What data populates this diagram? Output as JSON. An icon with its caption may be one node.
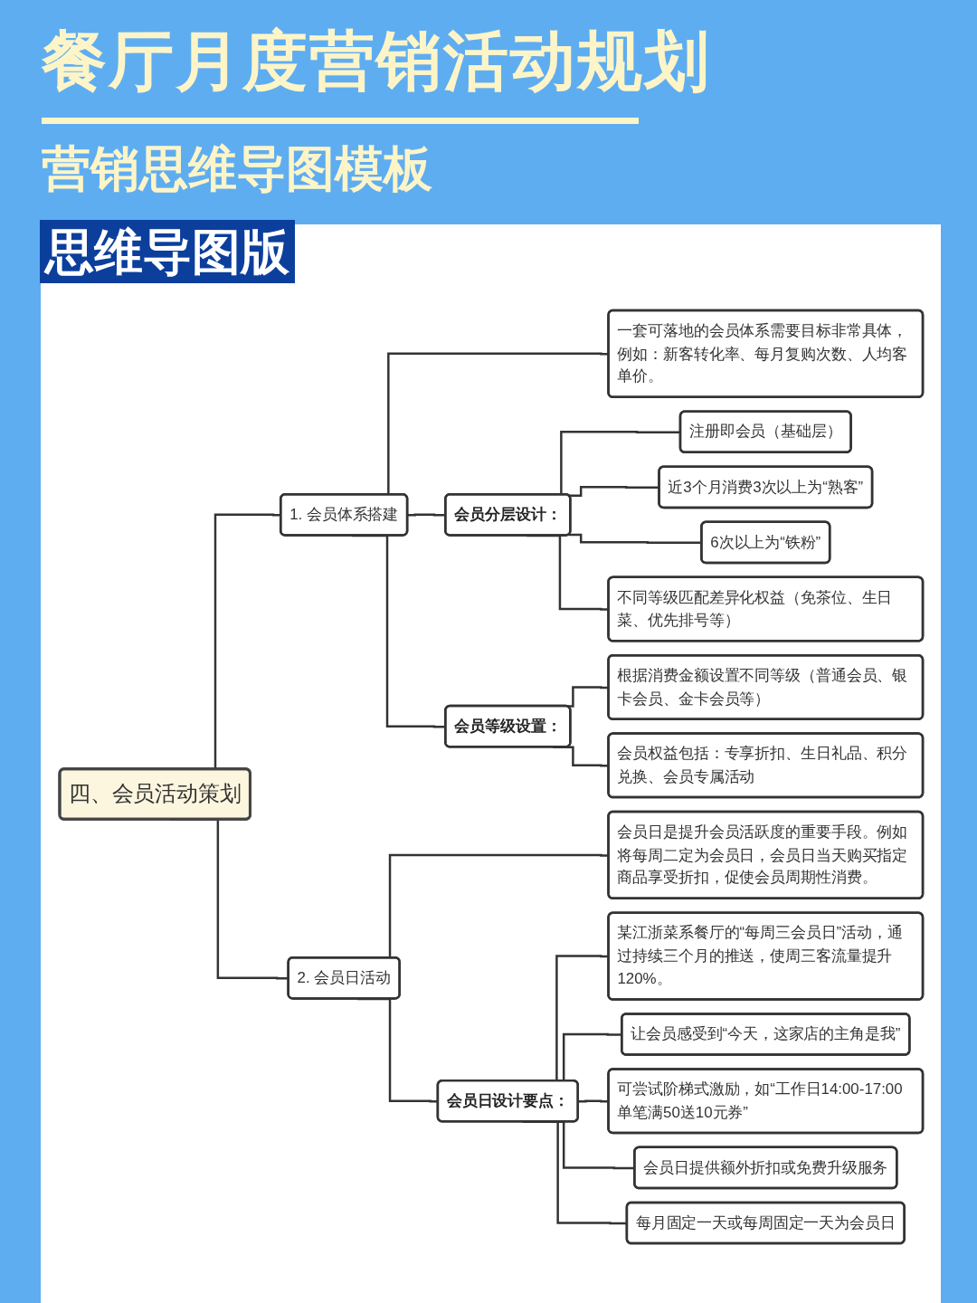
{
  "diagram": {
    "title": "餐厅月度营销活动规划",
    "nodes": [
      {
        "text": [
          "四、会员活动策划"
        ]
      },
      {
        "text": [
          "1. 会员体系搭建"
        ]
      },
      {
        "text": [
          "一套可落地的会员体系需要目标非常具体，例如：新客转化率、每月复购次数、人均客单价。"
        ]
      },
      {
        "text": [
          "会员分层设计："
        ]
      },
      {
        "text": [
          "注册即会员（基础层）"
        ]
      },
      {
        "text": [
          "近3个月消费3次以上为“熟客”"
        ]
      },
      {
        "text": [
          "6次以上为“铁粉”"
        ]
      },
      {
        "text": [
          "不同等级匹配差异化权益（免茶位、生日菜、优先排号等）"
        ]
      },
      {
        "text": [
          "会员等级设置："
        ]
      },
      {
        "text": [
          "根据消费金额设置不同等级（普通会员、银卡会员、金卡会员等）"
        ]
      },
      {
        "text": [
          "会员权益包括：专享折扣、生日礼品、积分兑换、会员专属活动"
        ]
      },
      {
        "text": [
          "2. 会员日活动"
        ]
      },
      {
        "text": [
          "会员日是提升会员活跃度的重要手段。例如将每周二定为会员日，会员日当天购买指定商品享受折扣，促使会员周期性消费。"
        ]
      },
      {
        "text": [
          "会员日设计要点："
        ]
      },
      {
        "text": [
          "某江浙菜系餐厅的“每周三会员日”活动，通过持续三个月的推送，使周三客流量提升120%。"
        ]
      },
      {
        "text": [
          "让会员感受到“今天，这家店的主角是我”"
        ]
      },
      {
        "text": [
          "可尝试阶梯式激励，如“工作日14:00-17:00单笔满50送10元券”"
        ]
      },
      {
        "text": [
          "会员日提供额外折扣或免费升级服务"
        ]
      },
      {
        "text": [
          "每月固定一天或每周固定一天为会员日"
        ]
      }
    ],
    "edges": [
      {
        "from": 0,
        "to": 1,
        "arrow": "none"
      },
      {
        "from": 1,
        "to": 2,
        "arrow": "none"
      },
      {
        "from": 1,
        "to": 3,
        "arrow": "none"
      },
      {
        "from": 3,
        "to": 4,
        "arrow": "none"
      },
      {
        "from": 3,
        "to": 5,
        "arrow": "none"
      },
      {
        "from": 3,
        "to": 6,
        "arrow": "none"
      },
      {
        "from": 3,
        "to": 7,
        "arrow": "none"
      },
      {
        "from": 1,
        "to": 8,
        "arrow": "none"
      },
      {
        "from": 8,
        "to": 9,
        "arrow": "none"
      },
      {
        "from": 8,
        "to": 10,
        "arrow": "none"
      },
      {
        "from": 0,
        "to": 11,
        "arrow": "none"
      },
      {
        "from": 11,
        "to": 12,
        "arrow": "none"
      },
      {
        "from": 11,
        "to": 13,
        "arrow": "none"
      },
      {
        "from": 13,
        "to": 14,
        "arrow": "none"
      },
      {
        "from": 13,
        "to": 15,
        "arrow": "none"
      },
      {
        "from": 13,
        "to": 16,
        "arrow": "none"
      },
      {
        "from": 13,
        "to": 17,
        "arrow": "none"
      },
      {
        "from": 13,
        "to": 18,
        "arrow": "none"
      }
    ],
    "labels": [
      "营销思维导图模板",
      "思维导图版"
    ]
  }
}
